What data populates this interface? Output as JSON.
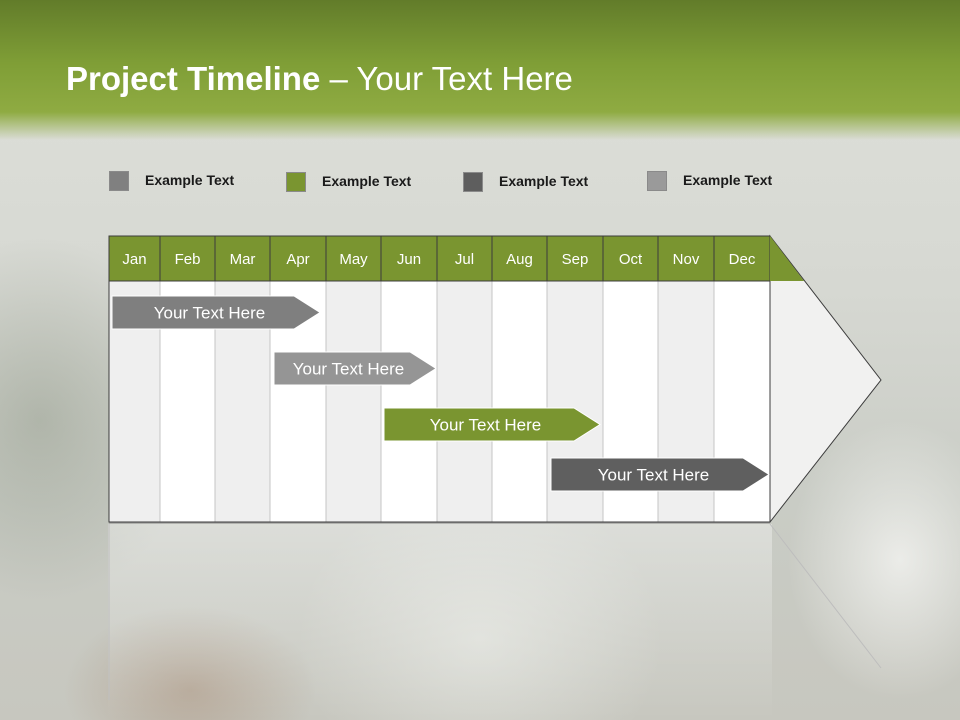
{
  "title": {
    "bold": "Project Timeline",
    "rest": " – Your Text Here"
  },
  "legend": [
    {
      "label": "Example Text",
      "color": "#808080"
    },
    {
      "label": "Example Text",
      "color": "#7a9530"
    },
    {
      "label": "Example Text",
      "color": "#5e5e5e"
    },
    {
      "label": "Example Text",
      "color": "#9a9a9a"
    }
  ],
  "months": [
    "Jan",
    "Feb",
    "Mar",
    "Apr",
    "May",
    "Jun",
    "Jul",
    "Aug",
    "Sep",
    "Oct",
    "Nov",
    "Dec"
  ],
  "tasks": [
    {
      "label": "Your  Text Here",
      "color": "#7f7f7f"
    },
    {
      "label": "Your  Text Here",
      "color": "#959595"
    },
    {
      "label": "Your  Text Here",
      "color": "#7a9530"
    },
    {
      "label": "Your  Text Here",
      "color": "#5f5f5f"
    }
  ],
  "colors": {
    "accent": "#7a9530",
    "header_dark": "#627c2a"
  }
}
